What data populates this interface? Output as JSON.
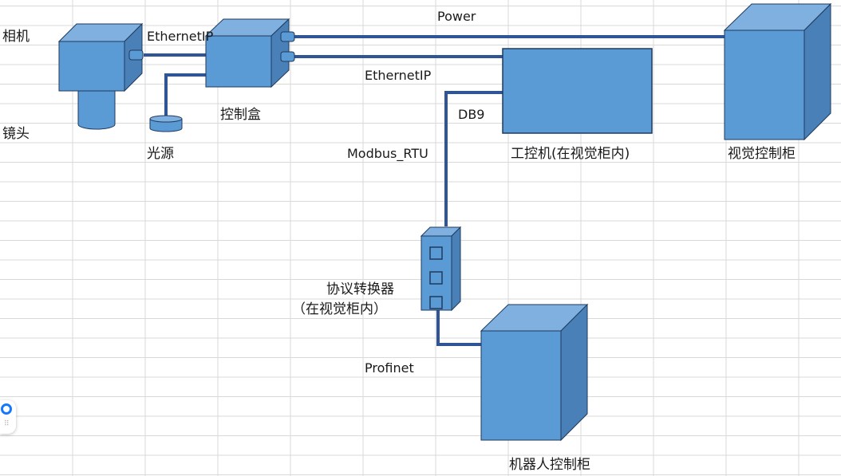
{
  "labels": {
    "camera": "相机",
    "lens": "镜头",
    "light_source": "光源",
    "control_box": "控制盒",
    "ethernet_ip_camera": "EthernetIP",
    "ethernet_ip_ipc": "EthernetIP",
    "power": "Power",
    "db9": "DB9",
    "modbus_rtu": "Modbus_RTU",
    "industrial_pc": "工控机(在视觉柜内)",
    "vision_cabinet": "视觉控制柜",
    "protocol_converter": "协议转换器",
    "protocol_converter_note": "（在视觉柜内）",
    "profinet": "Profinet",
    "robot_cabinet": "机器人控制柜"
  },
  "colors": {
    "box_front": "#5b9bd5",
    "box_top": "#7fb0e0",
    "box_side": "#4a80b8",
    "outline": "#1f3a5c",
    "wire": "#2f5597",
    "grid": "#d9d9d9"
  },
  "icons": {
    "floating_button": "record-dot-icon"
  }
}
